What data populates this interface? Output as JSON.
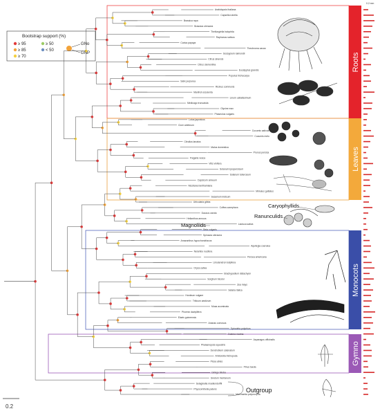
{
  "legend": {
    "title": "Bootstrap support (%)",
    "entries": [
      {
        "label": "≥ 95",
        "color": "#e23a3a"
      },
      {
        "label": "≥ 85",
        "color": "#f2a33a"
      },
      {
        "label": "≥ 70",
        "color": "#f4d03f"
      },
      {
        "label": "≥ 50",
        "color": "#9ccc65"
      },
      {
        "label": "< 50",
        "color": "#6c8ebf"
      }
    ],
    "key_labels": [
      "GNo",
      "GNP"
    ]
  },
  "scale_bar": {
    "label": "0.2"
  },
  "top_right_label": "0.2 mm",
  "clades": {
    "roots_band": {
      "label": "Roots",
      "color": "#e4232b"
    },
    "leaves_band": {
      "label": "Leaves",
      "color": "#f3a93b"
    },
    "monocots_band": {
      "label": "Monocots",
      "color": "#3a4ea8"
    },
    "gymno_band": {
      "label": "Gymno",
      "color": "#9b59b6"
    },
    "caryophyllids": {
      "label": "Caryophyllids"
    },
    "ranunculids": {
      "label": "Ranunculids"
    },
    "magnoliids": {
      "label": "Magnoliids"
    },
    "outgroup": {
      "label": "Outgroup"
    }
  },
  "tip_labels": [
    "Arabidopsis thaliana",
    "Capsella rubella",
    "Brassica rapa",
    "Brassica oleracea",
    "Thellungiella halophila",
    "Raphanus sativus",
    "Carica papaya",
    "Theobroma cacao",
    "Gossypium raimondii",
    "Citrus sinensis",
    "Citrus clementina",
    "Eucalyptus grandis",
    "Populus trichocarpa",
    "Salix purpurea",
    "Ricinus communis",
    "Manihot esculenta",
    "Linum usitatissimum",
    "Medicago truncatula",
    "Glycine max",
    "Phaseolus vulgaris",
    "Lotus japonicus",
    "Cicer arietinum",
    "Cucumis sativus",
    "Cucumis melo",
    "Citrullus lanatus",
    "Malus domestica",
    "Prunus persica",
    "Fragaria vesca",
    "Vitis vinifera",
    "Solanum lycopersicum",
    "Solanum tuberosum",
    "Capsicum annuum",
    "Nicotiana benthamiana",
    "Mimulus guttatus",
    "Sesamum indicum",
    "Utricularia gibba",
    "Coffea canephora",
    "Daucus carota",
    "Helianthus annuus",
    "Lactuca sativa",
    "Beta vulgaris",
    "Spinacia oleracea",
    "Amaranthus hypochondriacus",
    "Aquilegia coerulea",
    "Nelumbo nucifera",
    "Persea americana",
    "Liriodendron tulipifera",
    "Oryza sativa",
    "Brachypodium distachyon",
    "Sorghum bicolor",
    "Zea mays",
    "Setaria italica",
    "Hordeum vulgare",
    "Triticum aestivum",
    "Musa acuminata",
    "Phoenix dactylifera",
    "Elaeis guineensis",
    "Ananas comosus",
    "Spirodela polyrhiza",
    "Zostera marina",
    "Asparagus officinalis",
    "Phalaenopsis equestris",
    "Dendrobium catenatum",
    "Amborella trichopoda",
    "Picea abies",
    "Pinus taeda",
    "Ginkgo biloba",
    "Gnetum montanum",
    "Selaginella moellendorffii",
    "Physcomitrella patens",
    "Marchantia polymorpha"
  ]
}
